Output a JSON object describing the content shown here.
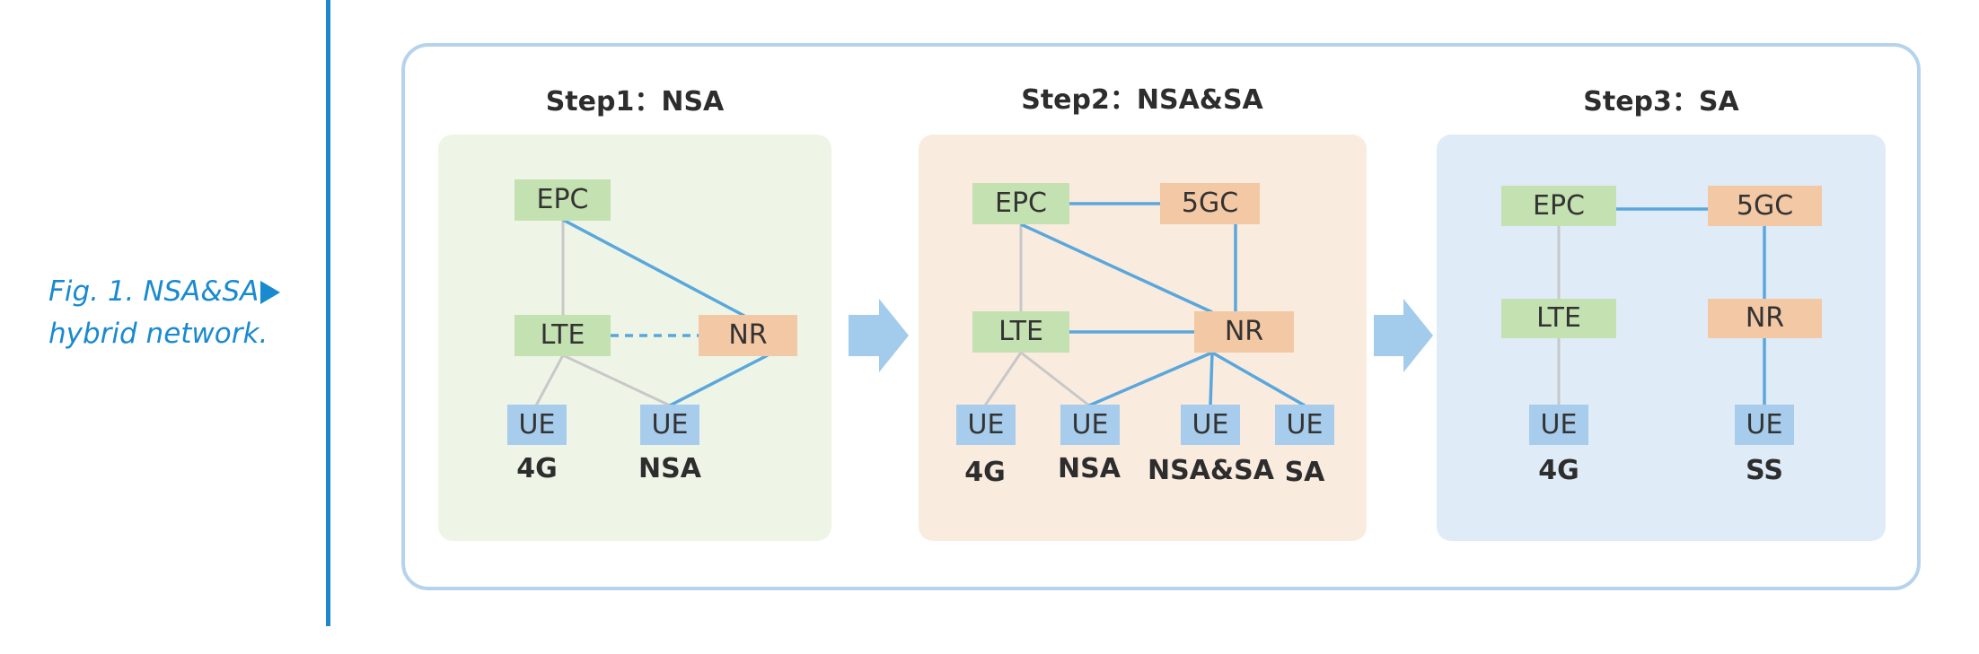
{
  "caption": {
    "line1": "Fig. 1. NSA&SA",
    "line2": "hybrid network."
  },
  "steps": [
    {
      "title": "Step1：NSA",
      "nodes": {
        "core": "EPC",
        "lte": "LTE",
        "nr": "NR"
      },
      "ues": [
        {
          "node": "UE",
          "label": "4G"
        },
        {
          "node": "UE",
          "label": "NSA"
        }
      ]
    },
    {
      "title": "Step2：NSA&SA",
      "nodes": {
        "core": "EPC",
        "core5g": "5GC",
        "lte": "LTE",
        "nr": "NR"
      },
      "ues": [
        {
          "node": "UE",
          "label": "4G"
        },
        {
          "node": "UE",
          "label": "NSA"
        },
        {
          "node": "UE",
          "label": "NSA&SA"
        },
        {
          "node": "UE",
          "label": "SA"
        }
      ]
    },
    {
      "title": "Step3：SA",
      "nodes": {
        "core": "EPC",
        "core5g": "5GC",
        "lte": "LTE",
        "nr": "NR"
      },
      "ues": [
        {
          "node": "UE",
          "label": "4G"
        },
        {
          "node": "UE",
          "label": "SS"
        }
      ]
    }
  ],
  "colors": {
    "lte_node": "#c4e1b1",
    "nr_node": "#f3c8a4",
    "ue_node": "#a8ccec",
    "nr_link": "#5aa7dc",
    "lte_link": "#c8c8c8",
    "accent": "#1a8ad0"
  }
}
